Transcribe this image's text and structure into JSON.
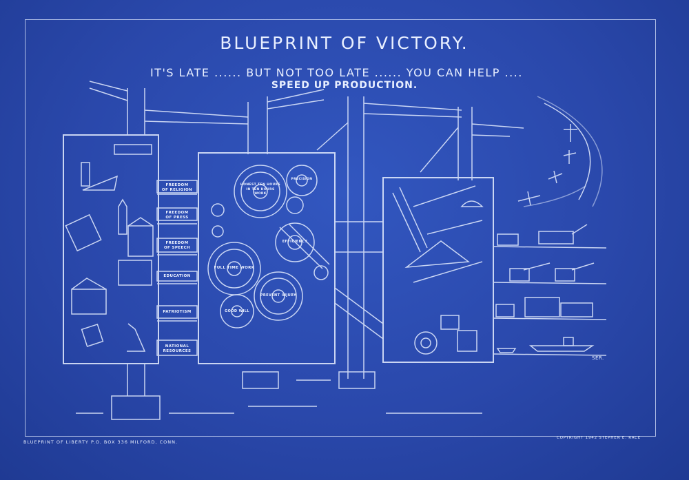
{
  "poster": {
    "title": "BLUEPRINT OF VICTORY.",
    "tagline": "IT'S LATE ...... BUT NOT TOO LATE ...... YOU CAN HELP ....",
    "call_to_action": "SPEED UP PRODUCTION.",
    "footer_left": "BLUEPRINT OF LIBERTY   P.O. BOX 336  MILFORD, CONN.",
    "footer_right": "COPYRIGHT 1942  STEPHEN E. RACE",
    "artist_initials": "SER."
  },
  "drawer_labels": [
    "FREEDOM\nOF RELIGION",
    "FREEDOM\nOF PRESS",
    "FREEDOM\nOF SPEECH",
    "EDUCATION",
    "PATRIOTISM",
    "NATIONAL\nRESOURCES"
  ],
  "gear_labels": [
    "HONEST TEN HOURS IN TEN HOURS WORK",
    "PRECISION",
    "EFFICIENCY",
    "FULL TIME WORK",
    "PREVENT INJURY",
    "GOOD WILL"
  ],
  "colors": {
    "blueprint_blue": "#2a47a8",
    "line_white": "#e8efff"
  }
}
